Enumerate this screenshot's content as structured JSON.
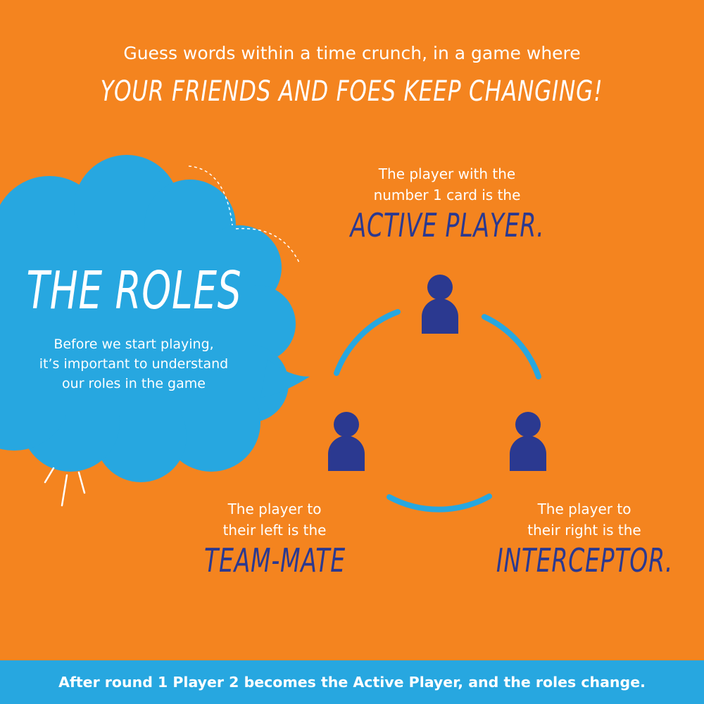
{
  "header": {
    "headline": "Guess words within a time crunch,  in a game where",
    "slogan": "YOUR FRIENDS AND FOES KEEP CHANGING!"
  },
  "cloud": {
    "title": "THE ROLES",
    "text_lines": [
      "Before we start playing,",
      "it’s important to understand",
      "our roles in the game"
    ]
  },
  "roles": [
    {
      "desc_lines": [
        "The player with the",
        "number 1 card is the"
      ],
      "name": "ACTIVE PLAYER.",
      "icon": "person-icon"
    },
    {
      "desc_lines": [
        "The player to",
        "their left is the"
      ],
      "name": "TEAM-MATE",
      "icon": "person-icon"
    },
    {
      "desc_lines": [
        "The player to",
        "their right is the"
      ],
      "name": "INTERCEPTOR.",
      "icon": "person-icon"
    }
  ],
  "footer": {
    "text": "After round 1 Player 2 becomes the Active Player, and the roles change."
  },
  "colors": {
    "background": "#F4841F",
    "accent_blue": "#27A7E0",
    "navy": "#2B3990",
    "text": "#FFFFFF"
  }
}
